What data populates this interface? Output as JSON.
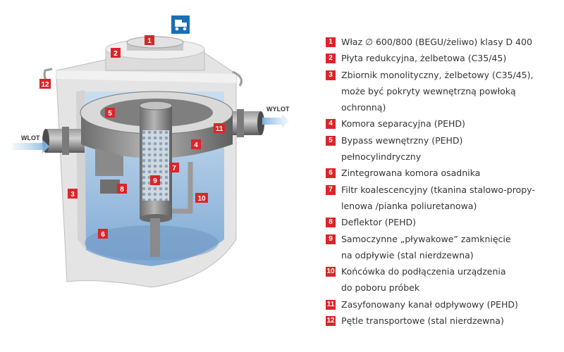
{
  "colors": {
    "marker": "#d9262b",
    "water": "#9dc4e6",
    "concrete": "#e6e6e6",
    "pehd": "#8e8e8e",
    "truck_icon": "#1a6fb5"
  },
  "icon": {
    "name": "truck-icon"
  },
  "flow": {
    "inlet": "WLOT",
    "outlet": "WYLOT"
  },
  "legend": [
    {
      "num": "1",
      "lines": [
        "Właz ∅ 600/800 (BEGU/żeliwo) klasy D 400"
      ]
    },
    {
      "num": "2",
      "lines": [
        "Płyta redukcyjna, żelbetowa (C35/45)"
      ]
    },
    {
      "num": "3",
      "lines": [
        "Zbiornik monolityczny, żelbetowy (C35/45),",
        "może być pokryty wewnętrzną powłoką",
        "ochronną)"
      ]
    },
    {
      "num": "4",
      "lines": [
        "Komora separacyjna (PEHD)"
      ]
    },
    {
      "num": "5",
      "lines": [
        "Bypass wewnętrzny (PEHD)",
        "pełnocylindryczny"
      ]
    },
    {
      "num": "6",
      "lines": [
        "Zintegrowana komora osadnika"
      ]
    },
    {
      "num": "7",
      "lines": [
        "Filtr koalescencyjny (tkanina stalowo-propy-",
        "lenowa /pianka poliuretanowa)"
      ]
    },
    {
      "num": "8",
      "lines": [
        "Deflektor (PEHD)"
      ]
    },
    {
      "num": "9",
      "lines": [
        "Samoczynne „pływakowe” zamknięcie",
        "na odpływie (stal nierdzewna)"
      ]
    },
    {
      "num": "10",
      "lines": [
        "Końcówka  do podłączenia urządzenia",
        "do poboru próbek"
      ]
    },
    {
      "num": "11",
      "lines": [
        "Zasyfonowany kanał odpływowy (PEHD)"
      ]
    },
    {
      "num": "12",
      "lines": [
        "Pętle transportowe (stal nierdzewna)"
      ]
    }
  ],
  "markers": [
    "1",
    "2",
    "3",
    "4",
    "5",
    "6",
    "7",
    "8",
    "9",
    "10",
    "11",
    "12"
  ]
}
